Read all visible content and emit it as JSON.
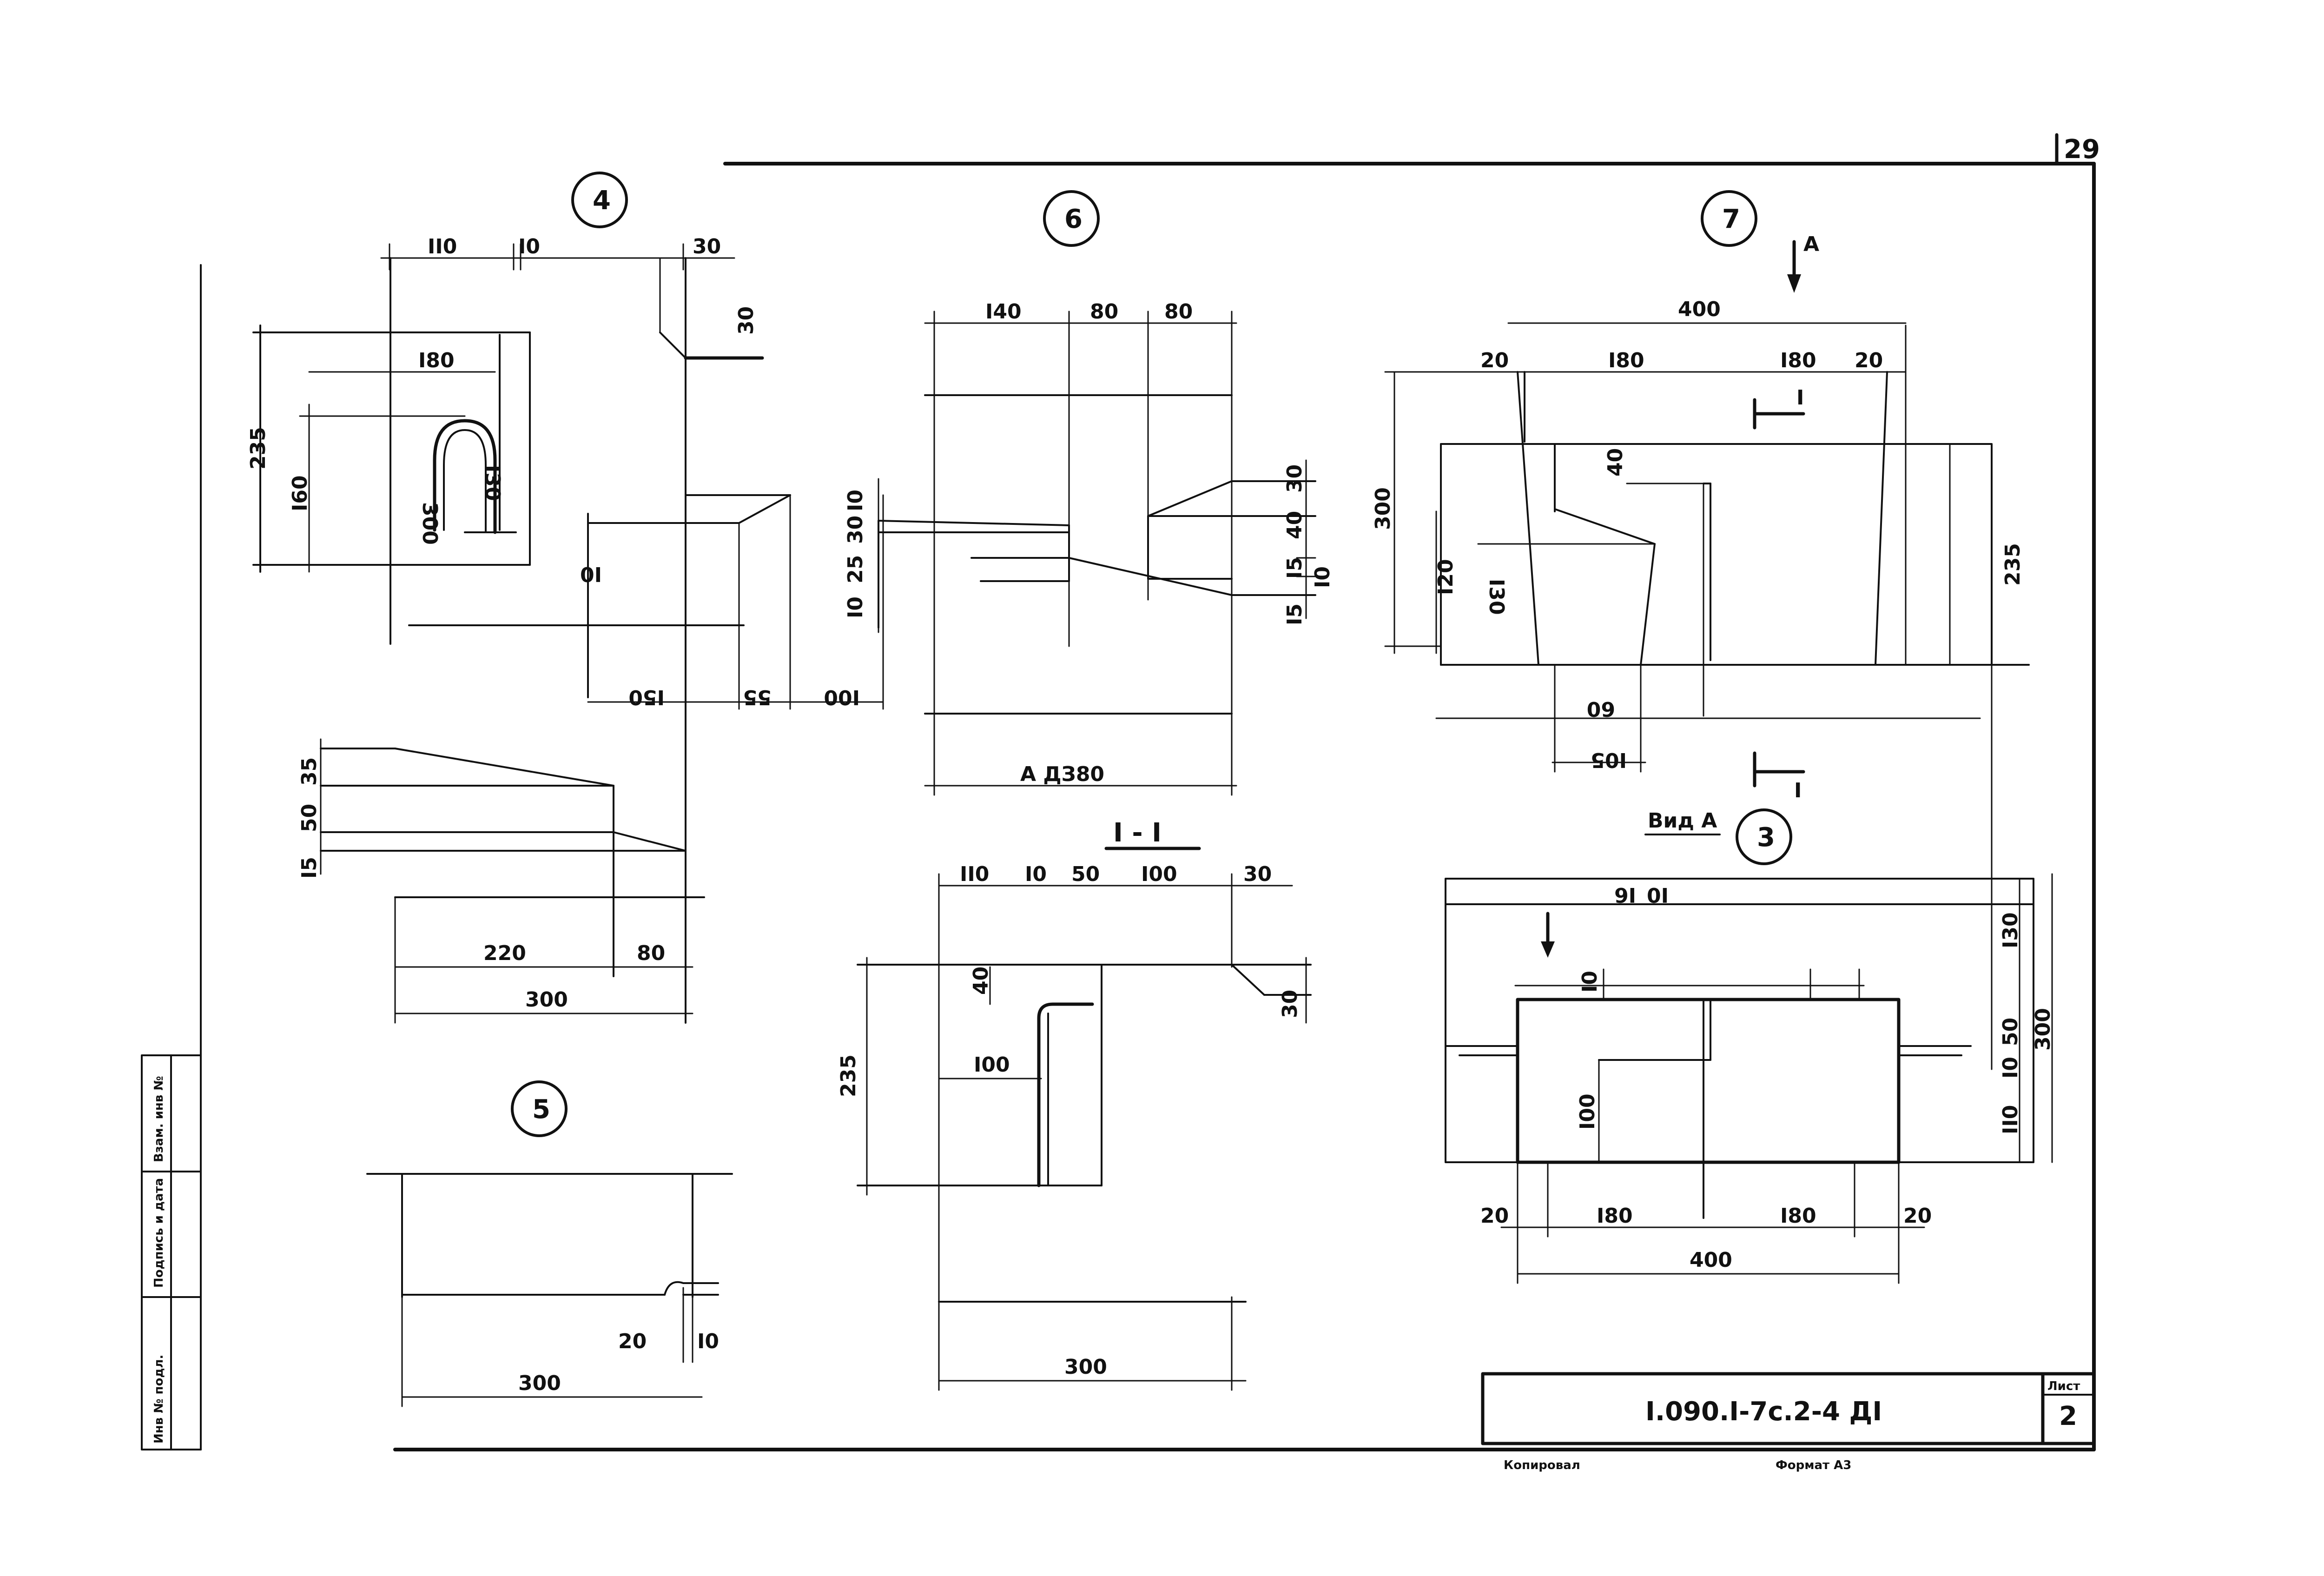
{
  "sheet": {
    "page_number": "29",
    "code": "I.090.I-7c.2-4 ДI",
    "list_label": "Лист",
    "list_number": "2",
    "copied_label": "Копировал",
    "format_label": "Формат А3"
  },
  "side_stamp": {
    "inv_orig": "Инв № подл.",
    "sign_date": "Подпись и дата",
    "vzam": "Взам. инв №"
  },
  "details": {
    "d4": {
      "marker": "4",
      "dims": {
        "w110": "II0",
        "w10": "I0",
        "w30": "30",
        "h30": "30",
        "h235": "235",
        "w80": "I80",
        "h160": "I60",
        "h30b": "I30",
        "w300": "300",
        "h10": "I0",
        "b150": "I50",
        "b55": "55",
        "b100": "I00",
        "h35": "35",
        "h50": "50",
        "h15": "I5",
        "b220": "220",
        "b80": "80",
        "b300": "300"
      }
    },
    "d5": {
      "marker": "5",
      "dims": {
        "w20": "20",
        "w10": "I0",
        "w300": "300"
      }
    },
    "d6": {
      "marker": "6",
      "dims": {
        "w140": "I40",
        "w80a": "80",
        "w80b": "80",
        "l10": "I0",
        "l30": "30",
        "l25": "25",
        "l10b": "I0",
        "r30": "30",
        "r40": "40",
        "r15": "I5",
        "r10": "I0",
        "r15b": "I5",
        "bottom": "A ДЗ80"
      }
    },
    "d7": {
      "marker": "7",
      "view_arrow": "A",
      "section_mark": "I",
      "dims": {
        "w400": "400",
        "w20a": "20",
        "w180a": "I80",
        "w180b": "I80",
        "w20b": "20",
        "h300": "300",
        "h40": "40",
        "h120": "I20",
        "h130": "I30",
        "h235": "235",
        "b60": "60",
        "b105": "I05"
      }
    },
    "sec": {
      "title": "I - I",
      "dims": {
        "w110": "II0",
        "w10": "I0",
        "w50": "50",
        "w100": "I00",
        "w30": "30",
        "h40": "40",
        "h235": "235",
        "h100": "I00",
        "h30": "30",
        "w300": "300"
      }
    },
    "va": {
      "title": "Вид A",
      "marker": "3",
      "dims": {
        "t10": "I0",
        "t16": "I6",
        "h130": "I30",
        "h50": "50",
        "h10": "I0",
        "h110": "II0",
        "h300": "300",
        "h10b": "I0",
        "h100": "I00",
        "b20a": "20",
        "b180a": "I80",
        "b180b": "I80",
        "b20b": "20",
        "b400": "400"
      }
    }
  },
  "colors": {
    "ink": "#111111",
    "paper": "#ffffff"
  }
}
